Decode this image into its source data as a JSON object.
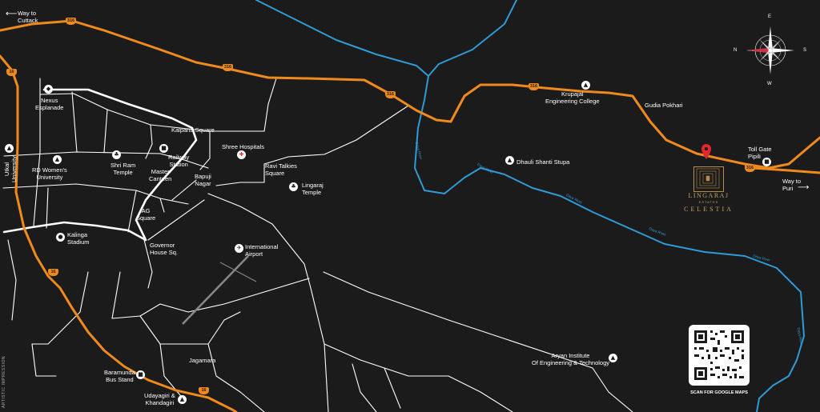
{
  "colors": {
    "background": "#1b1b1b",
    "highway": "#f08a1c",
    "river": "#2f9bd6",
    "road": "#ffffff",
    "brand_gold": "#c9a063",
    "marker_red": "#e0282e"
  },
  "directions": {
    "cuttack": "Way to\nCuttack",
    "puri": "Way to\nPuri"
  },
  "highway_shields": [
    "16",
    "316"
  ],
  "places": {
    "nexus": "Nexus\nEsplanade",
    "utkal": "Utkal\nUniversity",
    "rd_womens": "RD Women's\nUniversity",
    "shri_ram": "Shri Ram\nTemple",
    "railway": "Railway\nStation",
    "master_canteen": "Master\nCanteen",
    "kalpana": "Kalpana Square",
    "shree_hospitals": "Shree Hospitals",
    "bapuji": "Bapuji\nNagar",
    "ravi_talkies": "Ravi Talkies\nSquare",
    "lingaraj_temple": "Lingaraj\nTemple",
    "ag_square": "AG\nSquare",
    "kalinga": "Kalinga\nStadium",
    "governor": "Governor\nHouse Sq.",
    "airport": "International\nAirport",
    "jagamara": "Jagamara",
    "baramunda": "Baramunda\nBus Stand",
    "udayagiri": "Udayagiri &\nKhandagiri",
    "krupajal": "Krupajal\nEngineering College",
    "gudia": "Gudia Pokhari",
    "dhauli": "Dhauli Shanti Stupa",
    "toll_gate": "Toll Gate\nPipili",
    "aryan": "Aryan Institute\nOf Engineering & Technology"
  },
  "river_label": "Daya River",
  "artistic": "ARTISTIC IMPRESSION",
  "brand": {
    "name": "LINGARAJ",
    "sub": "ESTATES",
    "project": "CELESTIA"
  },
  "qr_caption": "SCAN FOR GOOGLE MAPS",
  "compass": {
    "n": "N",
    "e": "E",
    "s": "S",
    "w": "W"
  }
}
